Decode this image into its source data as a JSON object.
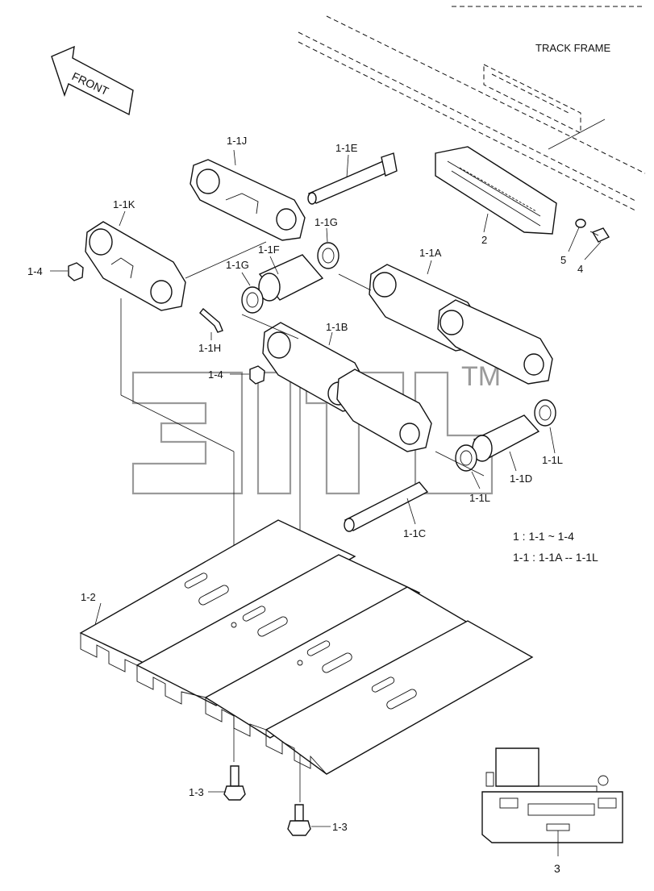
{
  "frame_label": "TRACK FRAME",
  "front_label": "FRONT",
  "watermark": "TM",
  "callouts": {
    "p1_1J": "1-1J",
    "p1_1E": "1-1E",
    "p1_1K": "1-1K",
    "p1_1G_a": "1-1G",
    "p1_1F": "1-1F",
    "p1_1G_b": "1-1G",
    "p1_1A": "1-1A",
    "p1_4_a": "1-4",
    "p1_1H": "1-1H",
    "p1_4_b": "1-4",
    "p1_1B": "1-1B",
    "p2": "2",
    "p5": "5",
    "p4": "4",
    "p1_1L_a": "1-1L",
    "p1_1L_b": "1-1L",
    "p1_1D": "1-1D",
    "p1_1C": "1-1C",
    "p1_2": "1-2",
    "p1_3_a": "1-3",
    "p1_3_b": "1-3",
    "p3": "3"
  },
  "legend": {
    "line1": "1 : 1-1 ~ 1-4",
    "line2": "1-1 : 1-1A -- 1-1L"
  },
  "colors": {
    "line": "#111111",
    "watermark": "#9a9a9a"
  }
}
